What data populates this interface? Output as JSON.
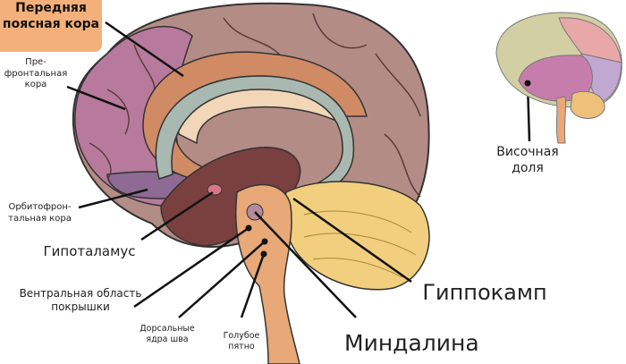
{
  "title_label": "Передняя поясная кора",
  "labels": {
    "prefrontal": "Пре-фронтальная кора",
    "orbitofrontal": "Орбитофрон-тальная кора",
    "hypothalamus": "Гипоталамус",
    "vta": "Вентральная область покрышки",
    "raphe": "Дорсальные ядра шва",
    "locus": "Голубое пятно",
    "hippocampus": "Гиппокамп",
    "amygdala": "Миндалина",
    "temporal": "Височная доля"
  },
  "colors": {
    "prefrontal": "#b77a9c",
    "cortex": "#b48c86",
    "cingulate": "#d08a64",
    "cerebellum": "#f1cf7e",
    "brainstem": "#e8a878",
    "hippocampus": "#a9b8b0",
    "title_box": "#f4b07a"
  }
}
